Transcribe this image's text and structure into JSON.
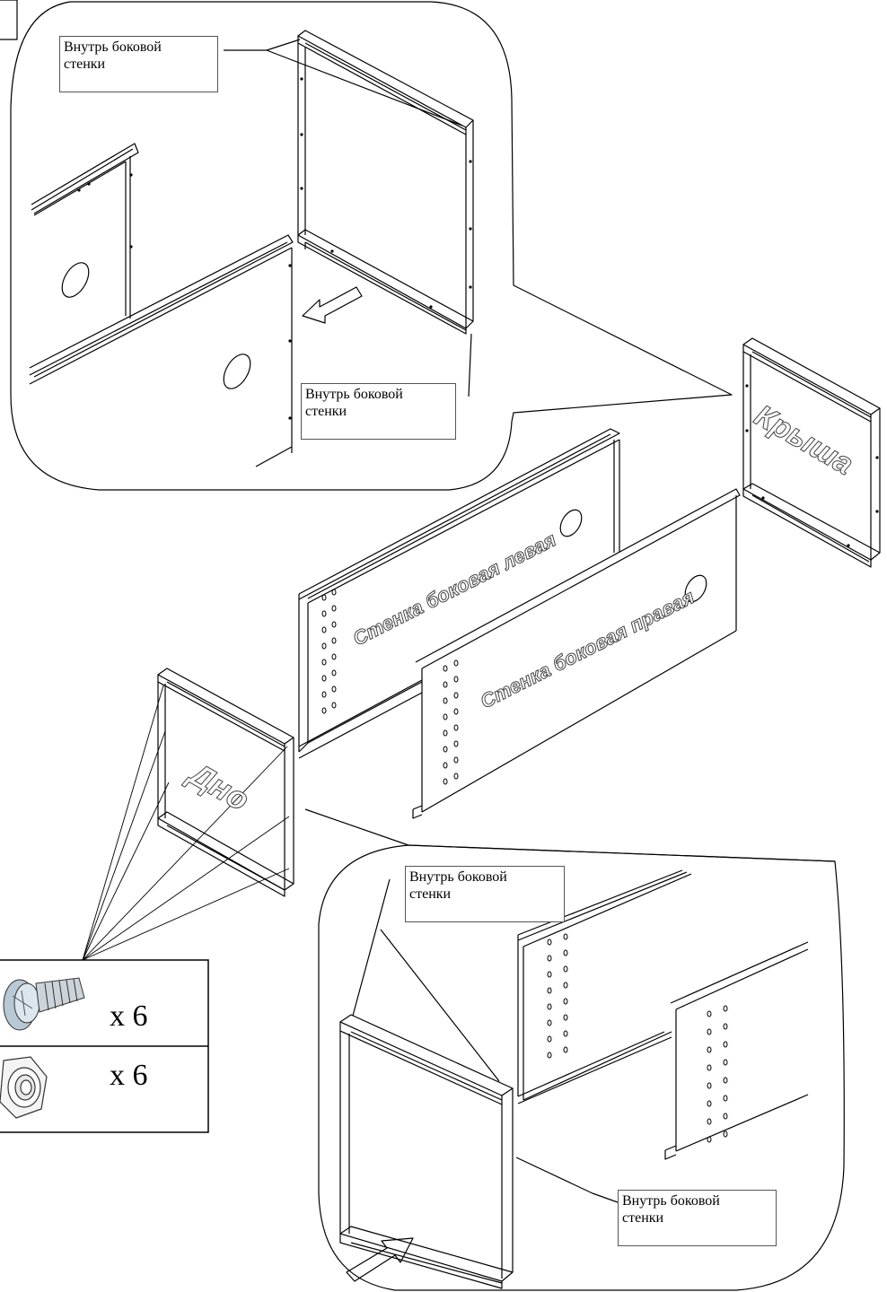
{
  "callouts": {
    "top_left": "Внутрь боковой\nстенки",
    "top_right": "Внутрь боковой\nстенки",
    "bottom_left": "Внутрь боковой\nстенки",
    "bottom_right": "Внутрь боковой\nстенки"
  },
  "parts": {
    "roof": "Крыша",
    "left_wall": "Стенка боковая левая",
    "right_wall": "Стенка боковая правая",
    "bottom": "Дно"
  },
  "hardware": {
    "screw_qty": "x 6",
    "nut_qty": "x 6",
    "screw_icon": "screw-icon",
    "nut_icon": "hex-nut-icon"
  }
}
